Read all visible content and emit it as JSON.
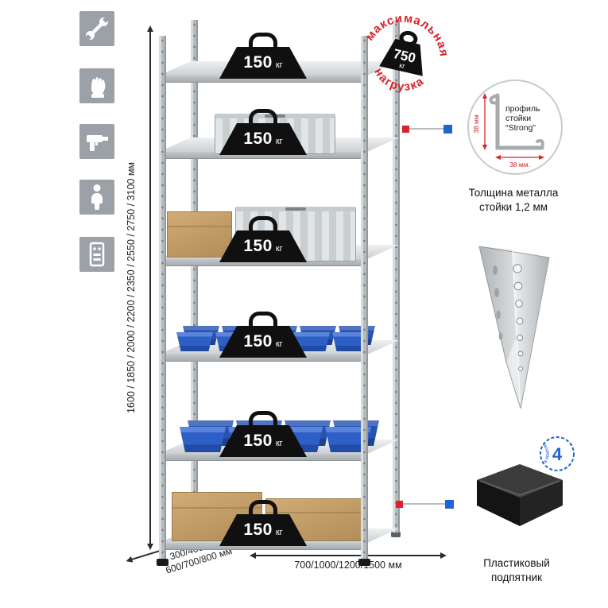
{
  "colors": {
    "accent_red": "#d8232a",
    "accent_blue": "#1f63d6",
    "tile_gray": "#9ba1a6",
    "metal": "#c7cbce"
  },
  "feature_icons": [
    {
      "name": "wrench-icon"
    },
    {
      "name": "work-gloves-icon"
    },
    {
      "name": "drill-icon"
    },
    {
      "name": "person-height-icon"
    },
    {
      "name": "rack-dimensions-icon"
    }
  ],
  "dimensions": {
    "height": "1600 / 1850 / 2000 / 2200 / 2350 / 2550 / 2750 / 3100 мм",
    "depth_line1": "300/400/500",
    "depth_line2": "600/700/800 мм",
    "width": "700/1000/1200/1500 мм"
  },
  "shelves": [
    {
      "load": "150",
      "unit": "кг"
    },
    {
      "load": "150",
      "unit": "кг"
    },
    {
      "load": "150",
      "unit": "кг"
    },
    {
      "load": "150",
      "unit": "кг"
    },
    {
      "load": "150",
      "unit": "кг"
    },
    {
      "load": "150",
      "unit": "кг"
    }
  ],
  "max_load_stamp": {
    "arc_top": "максимальная",
    "arc_bottom": "нагрузка",
    "value": "750",
    "unit": "кг"
  },
  "profile_callout": {
    "label_line1": "профиль",
    "label_line2": "стойки",
    "label_line3": "“Strong”",
    "dim_vertical": "38 мм",
    "dim_horizontal": "38 мм.",
    "caption_line1": "Толщина металла",
    "caption_line2": "стойки 1,2 мм"
  },
  "foot_callout": {
    "badge_value": "4",
    "badge_text": "в комплекте",
    "caption_line1": "Пластиковый",
    "caption_line2": "подпятник"
  }
}
